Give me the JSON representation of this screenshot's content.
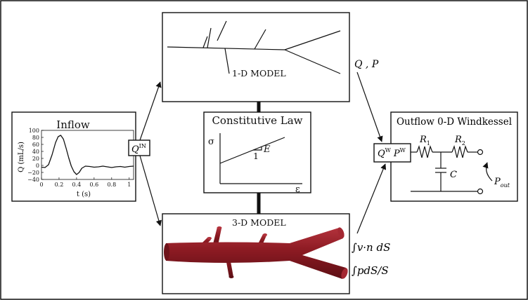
{
  "diagram": {
    "model_1d": {
      "title": "1-D MODEL"
    },
    "model_3d": {
      "title": "3-D MODEL"
    },
    "constitutive": {
      "title": "Constitutive Law",
      "sigma_label": "σ",
      "epsilon_label": "ε",
      "slope_label": "E",
      "unit_label": "1"
    },
    "inflow": {
      "title": "Inflow",
      "ylabel": "Q (mL/s)",
      "xlabel": "t (s)",
      "yticks": [
        "100",
        "80",
        "60",
        "40",
        "20",
        "0",
        "−20",
        "−40"
      ],
      "xticks": [
        "0",
        "0.2",
        "0.4",
        "0.6",
        "0.8",
        "1"
      ]
    },
    "outflow": {
      "title": "Outflow 0-D Windkessel",
      "r1_base": "R",
      "r1_sub": "1",
      "r2_base": "R",
      "r2_sub": "2",
      "c_label": "C",
      "pout_base": "P",
      "pout_sub": "out"
    },
    "q_in": {
      "base": "Q",
      "sup": "IN"
    },
    "q_w": {
      "base": "Q",
      "sup": "W"
    },
    "p_w": {
      "base": "P",
      "sup": "W"
    },
    "qp_label": "Q , P",
    "flux_label": "∫v·n dS",
    "pressure_label": "∫pdS/S"
  },
  "chart_data": {
    "type": "line",
    "title": "Inflow",
    "xlabel": "t (s)",
    "ylabel": "Q (mL/s)",
    "xlim": [
      0,
      1.05
    ],
    "ylim": [
      -40,
      100
    ],
    "x": [
      0,
      0.04,
      0.08,
      0.12,
      0.16,
      0.19,
      0.22,
      0.25,
      0.28,
      0.31,
      0.34,
      0.37,
      0.4,
      0.43,
      0.46,
      0.5,
      0.55,
      0.6,
      0.65,
      0.7,
      0.75,
      0.8,
      0.85,
      0.9,
      0.95,
      1.0,
      1.05
    ],
    "y": [
      -5,
      -6,
      2,
      30,
      65,
      82,
      86,
      75,
      50,
      22,
      -2,
      -18,
      -26,
      -20,
      -8,
      -2,
      -3,
      -5,
      -4,
      -2,
      -4,
      -6,
      -4,
      -3,
      -5,
      -3,
      -2
    ],
    "grid": false
  },
  "colors": {
    "vessel": "#8b1a22",
    "vessel_highlight": "#b3323c",
    "vessel_shadow": "#5e0f15",
    "line": "#111111"
  }
}
